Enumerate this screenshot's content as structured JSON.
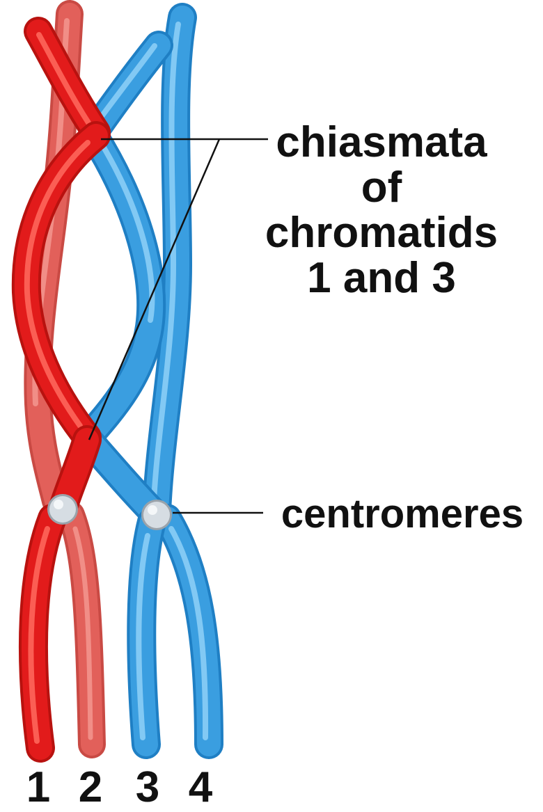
{
  "labels": {
    "chiasmata": [
      "chiasmata",
      "of",
      "chromatids",
      "1 and 3"
    ],
    "centromeres": "centromeres"
  },
  "chromatid_numbers": [
    "1",
    "2",
    "3",
    "4"
  ],
  "colors": {
    "red_chromatid": "#e21b1b",
    "red_highlight": "#ff6a5e",
    "red_pale": "#e2605a",
    "blue_chromatid": "#3a9ee0",
    "blue_highlight": "#8fd0f7",
    "centromere": "#d6dde3",
    "leader_line": "#111111"
  }
}
